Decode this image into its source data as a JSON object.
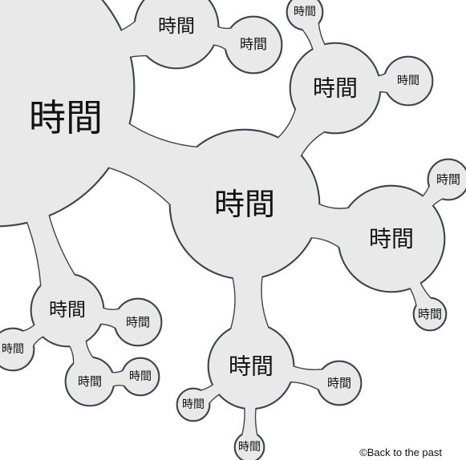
{
  "diagram": {
    "node_label": "時間",
    "colors": {
      "fill": "#e9e9e9",
      "stroke": "#3f4350",
      "text": "#111111"
    },
    "nodes": [
      {
        "label": "時間"
      },
      {
        "label": "時間"
      },
      {
        "label": "時間"
      },
      {
        "label": "時間"
      },
      {
        "label": "時間"
      },
      {
        "label": "時間"
      },
      {
        "label": "時間"
      },
      {
        "label": "時間"
      },
      {
        "label": "時間"
      },
      {
        "label": "時間"
      },
      {
        "label": "時間"
      },
      {
        "label": "時間"
      },
      {
        "label": "時間"
      },
      {
        "label": "時間"
      },
      {
        "label": "時間"
      },
      {
        "label": "時間"
      },
      {
        "label": "時間"
      },
      {
        "label": "時間"
      },
      {
        "label": "時間"
      },
      {
        "label": "時間"
      }
    ]
  },
  "credit": "©Back to the past"
}
